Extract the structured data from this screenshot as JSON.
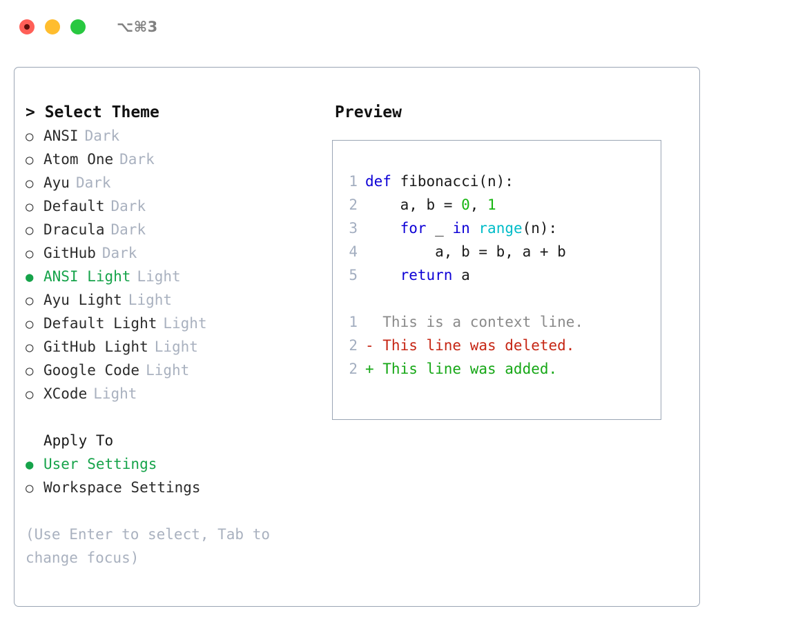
{
  "titlebar": {
    "shortcut": "⌥⌘3",
    "lights": [
      {
        "name": "close",
        "color": "#ff5f57"
      },
      {
        "name": "minimize",
        "color": "#ffbd2e"
      },
      {
        "name": "maximize",
        "color": "#28c840"
      }
    ]
  },
  "theme_panel": {
    "heading": "> Select Theme",
    "items": [
      {
        "bullet": "○",
        "label": "ANSI",
        "suffix": "Dark",
        "selected": false
      },
      {
        "bullet": "○",
        "label": "Atom One",
        "suffix": "Dark",
        "selected": false
      },
      {
        "bullet": "○",
        "label": "Ayu",
        "suffix": "Dark",
        "selected": false
      },
      {
        "bullet": "○",
        "label": "Default",
        "suffix": "Dark",
        "selected": false
      },
      {
        "bullet": "○",
        "label": "Dracula",
        "suffix": "Dark",
        "selected": false
      },
      {
        "bullet": "○",
        "label": "GitHub",
        "suffix": "Dark",
        "selected": false
      },
      {
        "bullet": "●",
        "label": "ANSI Light",
        "suffix": "Light",
        "selected": true
      },
      {
        "bullet": "○",
        "label": "Ayu Light",
        "suffix": "Light",
        "selected": false
      },
      {
        "bullet": "○",
        "label": "Default Light",
        "suffix": "Light",
        "selected": false
      },
      {
        "bullet": "○",
        "label": "GitHub Light",
        "suffix": "Light",
        "selected": false
      },
      {
        "bullet": "○",
        "label": "Google Code",
        "suffix": "Light",
        "selected": false
      },
      {
        "bullet": "○",
        "label": "XCode",
        "suffix": "Light",
        "selected": false
      }
    ]
  },
  "apply_to": {
    "heading": "Apply To",
    "options": [
      {
        "bullet": "●",
        "label": "User Settings",
        "selected": true
      },
      {
        "bullet": "○",
        "label": "Workspace Settings",
        "selected": false
      }
    ]
  },
  "hint": "(Use Enter to select, Tab to change focus)",
  "preview": {
    "heading": "Preview",
    "code_lines": [
      {
        "no": "1",
        "tokens": [
          {
            "t": "def ",
            "c": "kw"
          },
          {
            "t": "fibonacci(n):",
            "c": "plain"
          }
        ]
      },
      {
        "no": "2",
        "tokens": [
          {
            "t": "    a, b = ",
            "c": "plain"
          },
          {
            "t": "0",
            "c": "num"
          },
          {
            "t": ", ",
            "c": "plain"
          },
          {
            "t": "1",
            "c": "num"
          }
        ]
      },
      {
        "no": "3",
        "tokens": [
          {
            "t": "    ",
            "c": "plain"
          },
          {
            "t": "for",
            "c": "kw"
          },
          {
            "t": " _ ",
            "c": "plain"
          },
          {
            "t": "in",
            "c": "kw"
          },
          {
            "t": " ",
            "c": "plain"
          },
          {
            "t": "range",
            "c": "builtin"
          },
          {
            "t": "(n):",
            "c": "plain"
          }
        ]
      },
      {
        "no": "4",
        "tokens": [
          {
            "t": "        a, b = b, a + b",
            "c": "plain"
          }
        ]
      },
      {
        "no": "5",
        "tokens": [
          {
            "t": "    ",
            "c": "plain"
          },
          {
            "t": "return",
            "c": "kw"
          },
          {
            "t": " a",
            "c": "plain"
          }
        ]
      }
    ],
    "diff_lines": [
      {
        "no": "1",
        "marker": " ",
        "text": "  This is a context line.",
        "kind": "ctx"
      },
      {
        "no": "2",
        "marker": "-",
        "text": "- This line was deleted.",
        "kind": "del"
      },
      {
        "no": "2",
        "marker": "+",
        "text": "+ This line was added.",
        "kind": "add"
      }
    ]
  }
}
